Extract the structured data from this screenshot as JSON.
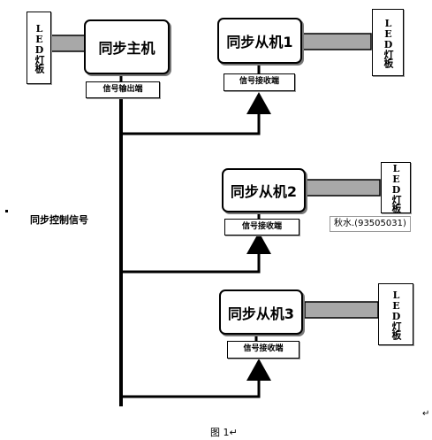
{
  "master": {
    "label": "同步主机",
    "output_tag": "信号输出端",
    "led_panel": "LED灯板"
  },
  "slaves": [
    {
      "label": "同步从机1",
      "input_tag": "信号接收端",
      "led_panel": "LED灯板"
    },
    {
      "label": "同步从机2",
      "input_tag": "信号接收端",
      "led_panel": "LED灯板"
    },
    {
      "label": "同步从机3",
      "input_tag": "信号接收端",
      "led_panel": "LED灯板"
    }
  ],
  "bus_label": "同步控制信号",
  "signature": "秋水.(93505031)",
  "caption": "图 1↵",
  "colors": {
    "line": "#000000",
    "cable": "#a8a8a8",
    "shadow": "#777777"
  }
}
